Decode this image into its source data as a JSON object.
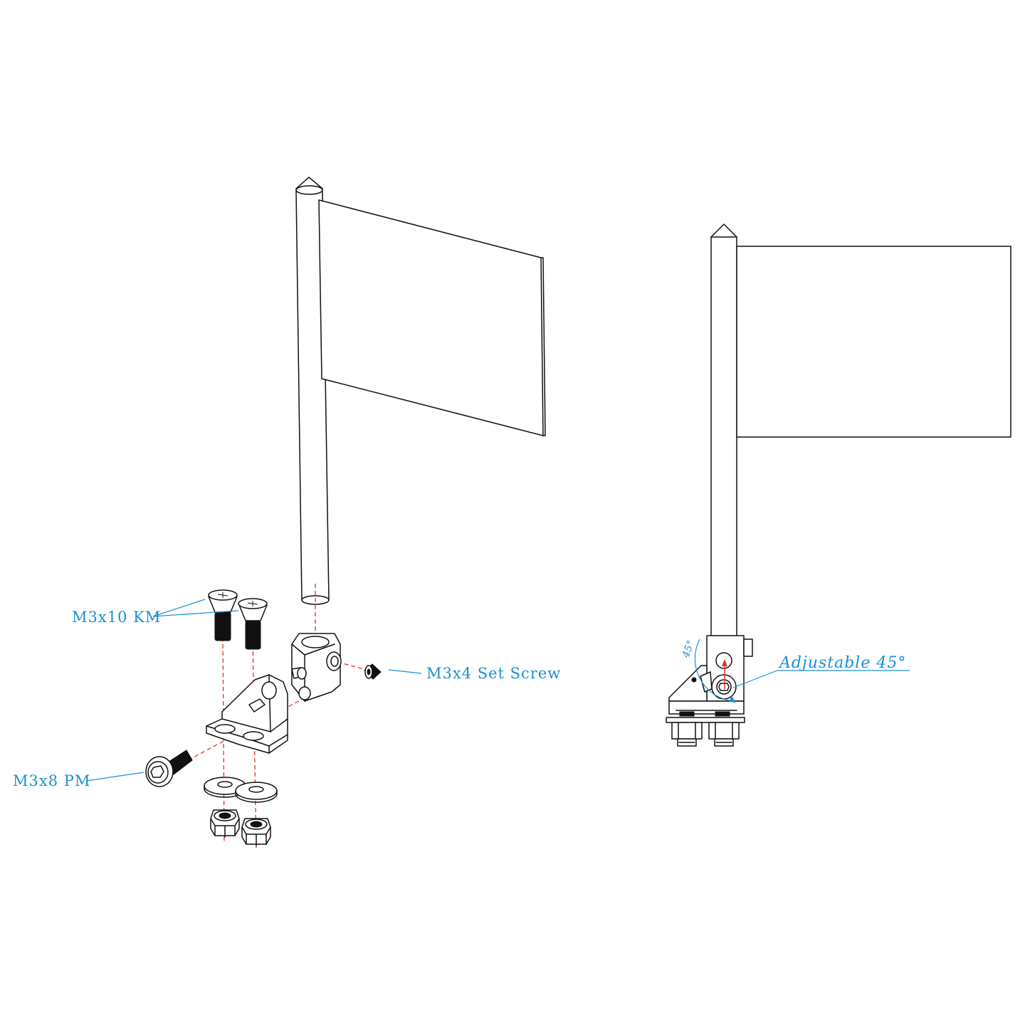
{
  "labels": {
    "countersunk_screws": "M3x10 KM",
    "set_screw": "M3x4 Set Screw",
    "button_screw": "M3x8 PM",
    "adjustable": "Adjustable 45°",
    "angle": "45°"
  },
  "colors": {
    "label": "#1a8fd6",
    "assembly_axis": "#e53030",
    "line": "#111111"
  }
}
